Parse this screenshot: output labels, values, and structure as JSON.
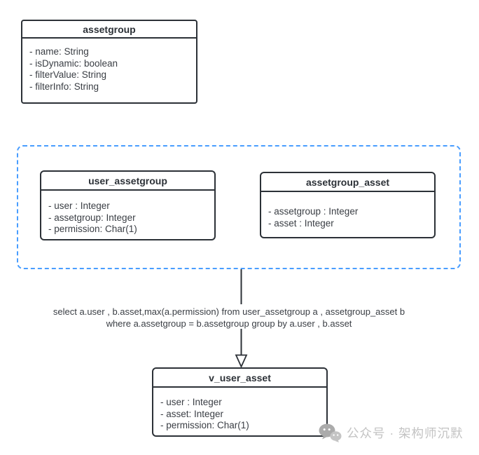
{
  "classes": {
    "assetgroup": {
      "title": "assetgroup",
      "fields": [
        "- name: String",
        "- isDynamic: boolean",
        "- filterValue: String",
        "- filterInfo: String"
      ]
    },
    "user_assetgroup": {
      "title": "user_assetgroup",
      "fields": [
        "- user : Integer",
        "- assetgroup: Integer",
        "- permission: Char(1)"
      ]
    },
    "assetgroup_asset": {
      "title": "assetgroup_asset",
      "fields": [
        "- assetgroup : Integer",
        "- asset : Integer"
      ]
    },
    "v_user_asset": {
      "title": "v_user_asset",
      "fields": [
        "- user : Integer",
        "- asset: Integer",
        "- permission: Char(1)"
      ]
    }
  },
  "sql_annotation": {
    "line1": "select a.user , b.asset,max(a.permission) from user_assetgroup a , assetgroup_asset b",
    "line2": "where a.assetgroup = b.assetgroup group by a.user , b.asset"
  },
  "watermark": {
    "text": "公众号 · 架构师沉默"
  },
  "colors": {
    "box_border": "#2c3137",
    "text": "#3a3e44",
    "group_dashed_border": "#499dff",
    "connector": "#2c3137",
    "watermark": "#c3c3c3",
    "background": "#ffffff"
  }
}
